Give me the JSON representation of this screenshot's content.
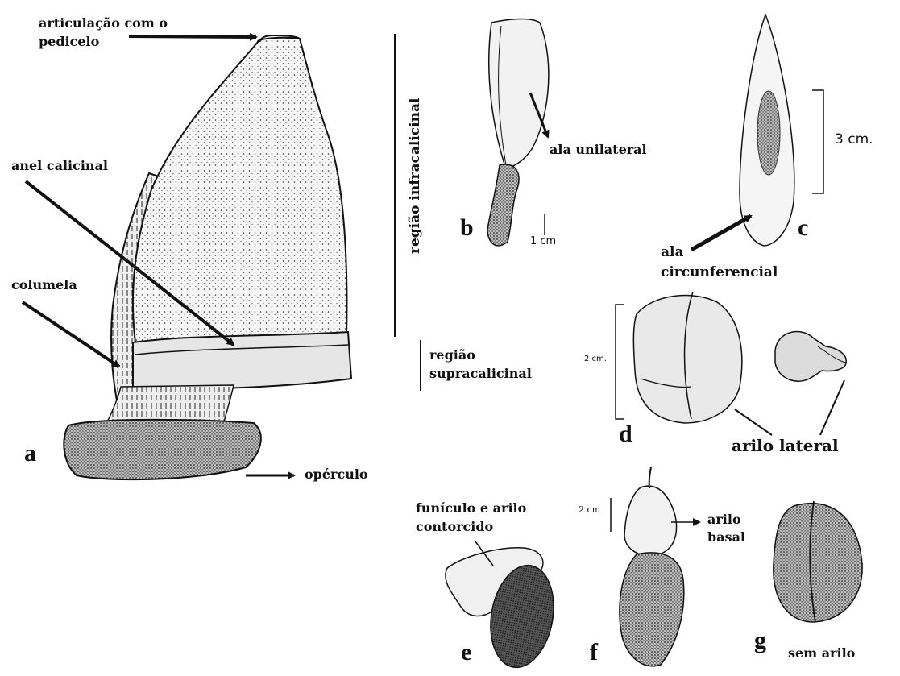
{
  "labels": {
    "articulacao_l1": "articulação com o",
    "articulacao_l2": "pedicelo",
    "anel_calicinal": "anel calicinal",
    "columela": "columela",
    "operculo": "opérculo",
    "regiao_infracalicinal": "região infracalicinal",
    "regiao_supra_l1": "região",
    "regiao_supra_l2": "supracalicinal",
    "ala_unilateral": "ala unilateral",
    "ala_circ_l1": "ala",
    "ala_circ_l2": "circunferencial",
    "arilo_lateral": "arilo lateral",
    "funiculo_l1": "funículo e arilo",
    "funiculo_l2": "contorcido",
    "arilo_basal_l1": "arilo",
    "arilo_basal_l2": "basal",
    "sem_arilo": "sem arilo"
  },
  "scales": {
    "b": "1 cm",
    "c": "3 cm.",
    "d": "2 cm.",
    "f": "2 cm"
  },
  "letters": {
    "a": "a",
    "b": "b",
    "c": "c",
    "d": "d",
    "e": "e",
    "f": "f",
    "g": "g"
  }
}
